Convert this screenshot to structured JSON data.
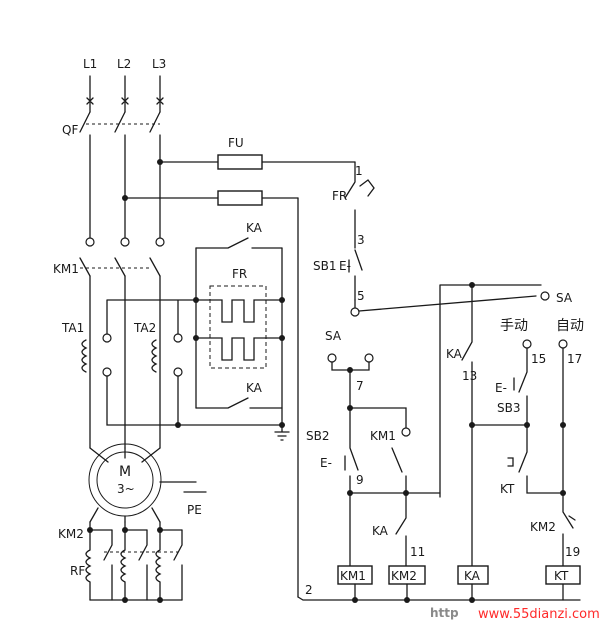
{
  "labels": {
    "l1": "L1",
    "l2": "L2",
    "l3": "L3",
    "qf": "QF",
    "fu": "FU",
    "km1": "KM1",
    "ka_top": "KA",
    "fr_box": "FR",
    "ka_bottom": "KA",
    "ta1": "TA1",
    "ta2": "TA2",
    "motor_m": "M",
    "motor_3": "3~",
    "pe": "PE",
    "km2": "KM2",
    "rf": "RF",
    "fr_ctrl": "FR",
    "sb1": "SB1",
    "sb1_e": "E-",
    "node1": "1",
    "node3": "3",
    "node5": "5",
    "sa_right": "SA",
    "sa_left": "SA",
    "manual": "手动",
    "auto": "自动",
    "node7": "7",
    "node9": "9",
    "node11": "11",
    "node13": "13",
    "node15": "15",
    "node17": "17",
    "node19": "19",
    "node2": "2",
    "sb2": "SB2",
    "sb2_e": "E-",
    "km1_contact": "KM1",
    "ka_ctrl": "KA",
    "ka_coil_contact": "KA",
    "sb3": "SB3",
    "sb3_e": "E-",
    "kt": "KT",
    "km2_ctrl": "KM2",
    "coil_km1": "KM1",
    "coil_km2": "KM2",
    "coil_ka": "KA",
    "coil_kt": "KT"
  },
  "watermark": {
    "prefix": "http",
    "site": "www.55dianzi.com"
  },
  "colors": {
    "line": "#1a1a1a",
    "watermark": "#ff2a2a"
  }
}
